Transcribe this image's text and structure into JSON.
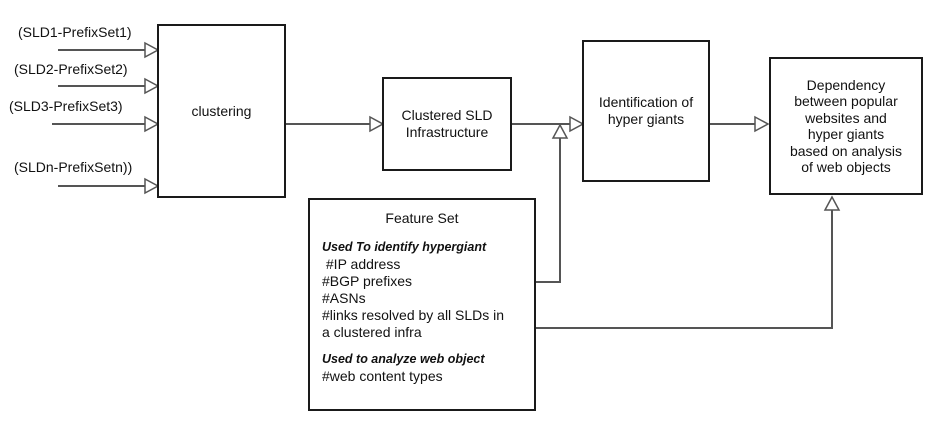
{
  "inputs": [
    "(SLD1-PrefixSet1)",
    "(SLD2-PrefixSet2)",
    "(SLD3-PrefixSet3)",
    "(SLDn-PrefixSetn))"
  ],
  "clustering": "clustering",
  "clustered": [
    "Clustered SLD",
    "Infrastructure"
  ],
  "hypergiants": [
    "Identification of",
    "hyper giants"
  ],
  "dependency": [
    "Dependency",
    "between popular",
    "websites and",
    "hyper giants",
    "based on analysis",
    "of  web objects"
  ],
  "feature_set": {
    "title": "Feature Set",
    "section1": "Used To identify hypergiant",
    "items1": [
      " #IP address",
      "#BGP prefixes",
      "#ASNs",
      "#links resolved by all SLDs in",
      "a clustered infra"
    ],
    "section2": "Used to analyze web object",
    "items2": [
      "#web content types"
    ]
  }
}
